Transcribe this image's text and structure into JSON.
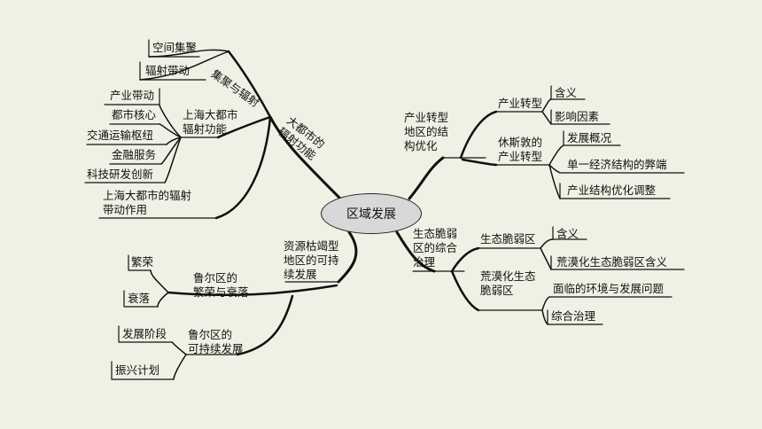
{
  "center": {
    "label": "区域发展"
  },
  "left_top": {
    "branch": "大都市的\n辐射功能",
    "cluster_agglomeration": {
      "title": "集聚与辐射",
      "items": [
        "空间集聚",
        "辐射带动"
      ]
    },
    "shanghai_function": {
      "title": "上海大都市\n辐射功能",
      "items": [
        "产业带动",
        "都市核心",
        "交通运输枢纽",
        "金融服务",
        "科技研发创新"
      ]
    },
    "shanghai_effect": "上海大都市的辐射\n带动作用"
  },
  "left_bottom": {
    "branch": "资源枯竭型\n地区的可持\n续发展",
    "ruhr_prosperity": {
      "title": "鲁尔区的\n繁荣与衰落",
      "items": [
        "繁荣",
        "衰落"
      ]
    },
    "ruhr_sustainable": {
      "title": "鲁尔区的\n可持续发展",
      "items": [
        "发展阶段",
        "振兴计划"
      ]
    }
  },
  "right_top": {
    "branch": "产业转型\n地区的结\n构优化",
    "industry_transform": {
      "title": "产业转型",
      "items": [
        "含义",
        "影响因素"
      ]
    },
    "houston": {
      "title": "休斯敦的\n产业转型",
      "items": [
        "发展概况",
        "单一经济结构的弊端",
        "产业结构优化调整"
      ]
    }
  },
  "right_bottom": {
    "branch": "生态脆弱\n区的综合\n治理",
    "eco_fragile": {
      "title": "生态脆弱区",
      "items": [
        "含义",
        "荒漠化生态脆弱区含义"
      ]
    },
    "desert": {
      "title": "荒漠化生态\n脆弱区",
      "items": [
        "面临的环境与发展问题",
        "综合治理"
      ]
    }
  }
}
